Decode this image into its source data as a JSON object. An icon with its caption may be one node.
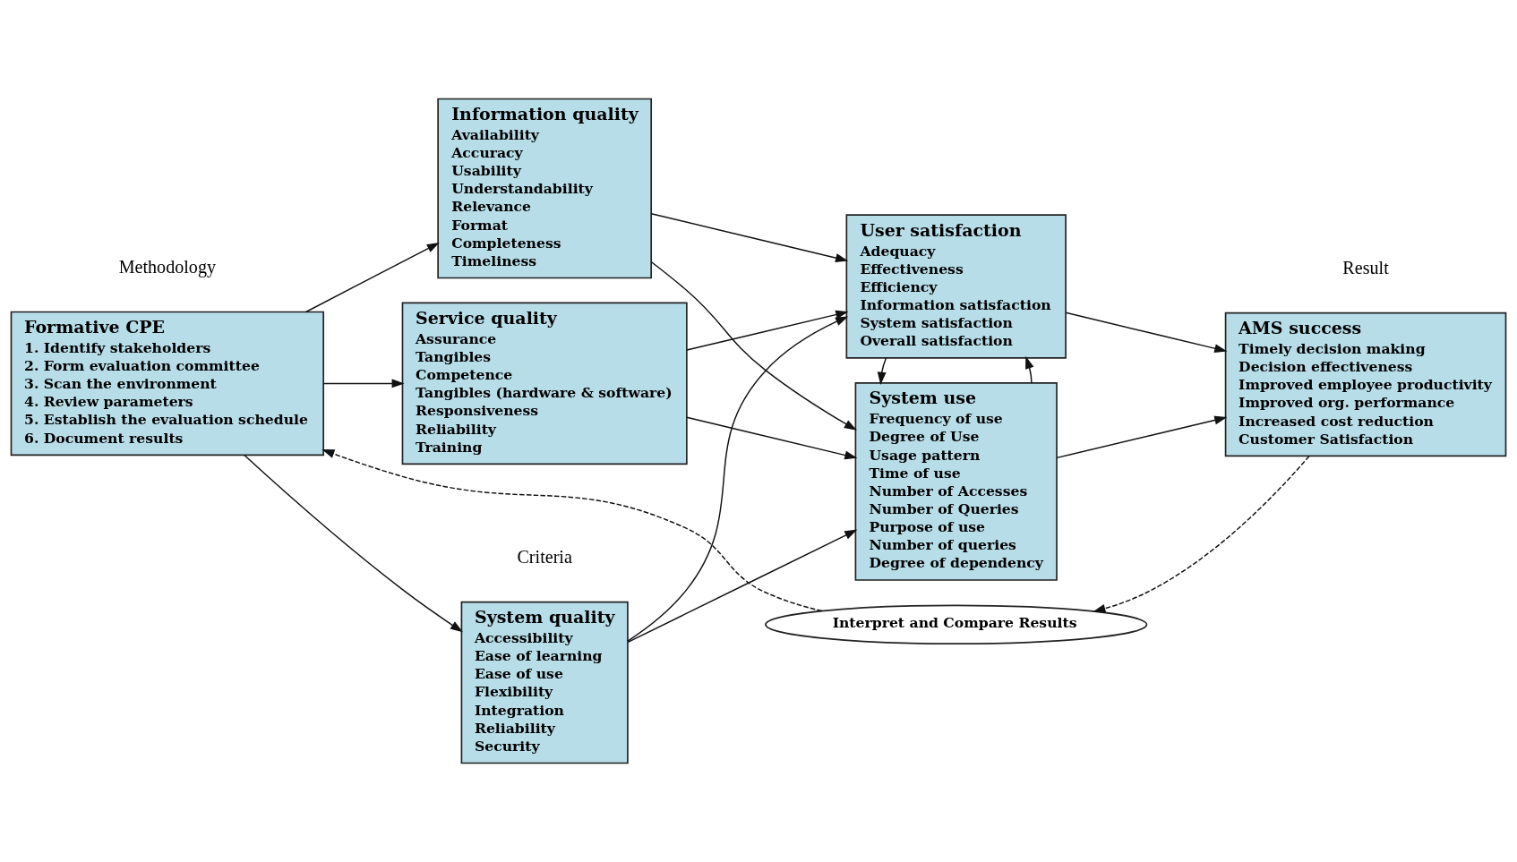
{
  "diagram": {
    "nodes": [
      {
        "text": [
          "Formative CPE",
          "1. Identify stakeholders",
          "2. Form evaluation committee",
          "3. Scan the environment",
          "4. Review parameters",
          "5. Establish the evaluation schedule",
          "6. Document results"
        ]
      },
      {
        "text": [
          "System quality",
          "Accessibility",
          "Ease of learning",
          "Ease of use",
          "Flexibility",
          "Integration",
          "Reliability",
          "Security"
        ]
      },
      {
        "text": [
          "Information quality",
          "Availability",
          "Accuracy",
          "Usability",
          "Understandability",
          "Relevance",
          "Format",
          "Completeness",
          "Timeliness"
        ]
      },
      {
        "text": [
          "Service quality",
          "Assurance",
          "Tangibles",
          "Competence",
          "Tangibles (hardware & software)",
          "Responsiveness",
          "Reliability",
          "Training"
        ]
      },
      {
        "text": [
          "System use",
          "Frequency of use",
          "Degree of Use",
          "Usage pattern",
          "Time of use",
          "Number of Accesses",
          "Number of Queries",
          "Purpose of use",
          "Number of queries",
          "Degree of dependency"
        ]
      },
      {
        "text": [
          "User satisfaction",
          "Adequacy",
          "Effectiveness",
          "Efficiency",
          "Information satisfaction",
          "System satisfaction",
          "Overall satisfaction"
        ]
      },
      {
        "text": [
          "AMS success",
          "Timely decision making",
          "Decision effectiveness",
          "Improved employee productivity",
          "Improved org. performance",
          "Increased cost reduction",
          "Customer Satisfaction"
        ]
      },
      {
        "text": [
          "Interpret and Compare Results"
        ]
      }
    ],
    "edges": [
      {
        "from": 0,
        "to": 1,
        "arrow": "to"
      },
      {
        "from": 0,
        "to": 2,
        "arrow": "to"
      },
      {
        "from": 0,
        "to": 3,
        "arrow": "to"
      },
      {
        "from": 1,
        "to": 4,
        "arrow": "to"
      },
      {
        "from": 1,
        "to": 5,
        "arrow": "to"
      },
      {
        "from": 2,
        "to": 4,
        "arrow": "to"
      },
      {
        "from": 2,
        "to": 5,
        "arrow": "to"
      },
      {
        "from": 3,
        "to": 4,
        "arrow": "to"
      },
      {
        "from": 3,
        "to": 5,
        "arrow": "to"
      },
      {
        "from": 4,
        "to": 5,
        "arrow": "to"
      },
      {
        "from": 5,
        "to": 4,
        "arrow": "to"
      },
      {
        "from": 4,
        "to": 6,
        "arrow": "to"
      },
      {
        "from": 5,
        "to": 6,
        "arrow": "to"
      },
      {
        "from": 6,
        "to": 7,
        "arrow": "to",
        "style": "dashed"
      },
      {
        "from": 7,
        "to": 0,
        "arrow": "to",
        "style": "dashed"
      }
    ],
    "labels": [
      "Methodology",
      "Criteria",
      "Result"
    ]
  }
}
